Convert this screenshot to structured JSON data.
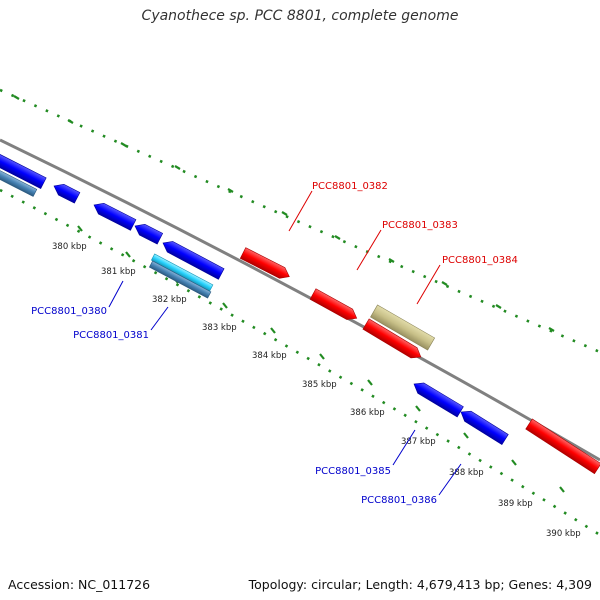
{
  "title": "Cyanothece sp. PCC 8801, complete genome",
  "accession_text": "Accession: NC_011726",
  "summary_text": "Topology: circular; Length: 4,679,413 bp; Genes: 4,309",
  "colors": {
    "forward_label": "#dd0000",
    "reverse_label": "#0000cc",
    "forward_gene": "#ff0000",
    "reverse_gene": "#0000ff",
    "highlight_gene": "#c8c088",
    "cyan_gene": "#2ad4ff",
    "steel_gene": "#4682b4",
    "tick": "#228b22",
    "backbone": "#808080"
  },
  "tick_labels": [
    {
      "label": "380 kbp"
    },
    {
      "label": "381 kbp"
    },
    {
      "label": "382 kbp"
    },
    {
      "label": "383 kbp"
    },
    {
      "label": "384 kbp"
    },
    {
      "label": "385 kbp"
    },
    {
      "label": "386 kbp"
    },
    {
      "label": "387 kbp"
    },
    {
      "label": "388 kbp"
    },
    {
      "label": "389 kbp"
    },
    {
      "label": "390 kbp"
    }
  ],
  "gene_labels": [
    {
      "label": "PCC8801_0382",
      "strand": "forward"
    },
    {
      "label": "PCC8801_0383",
      "strand": "forward"
    },
    {
      "label": "PCC8801_0384",
      "strand": "forward"
    },
    {
      "label": "PCC8801_0380",
      "strand": "reverse"
    },
    {
      "label": "PCC8801_0381",
      "strand": "reverse"
    },
    {
      "label": "PCC8801_0385",
      "strand": "reverse"
    },
    {
      "label": "PCC8801_0386",
      "strand": "reverse"
    }
  ]
}
